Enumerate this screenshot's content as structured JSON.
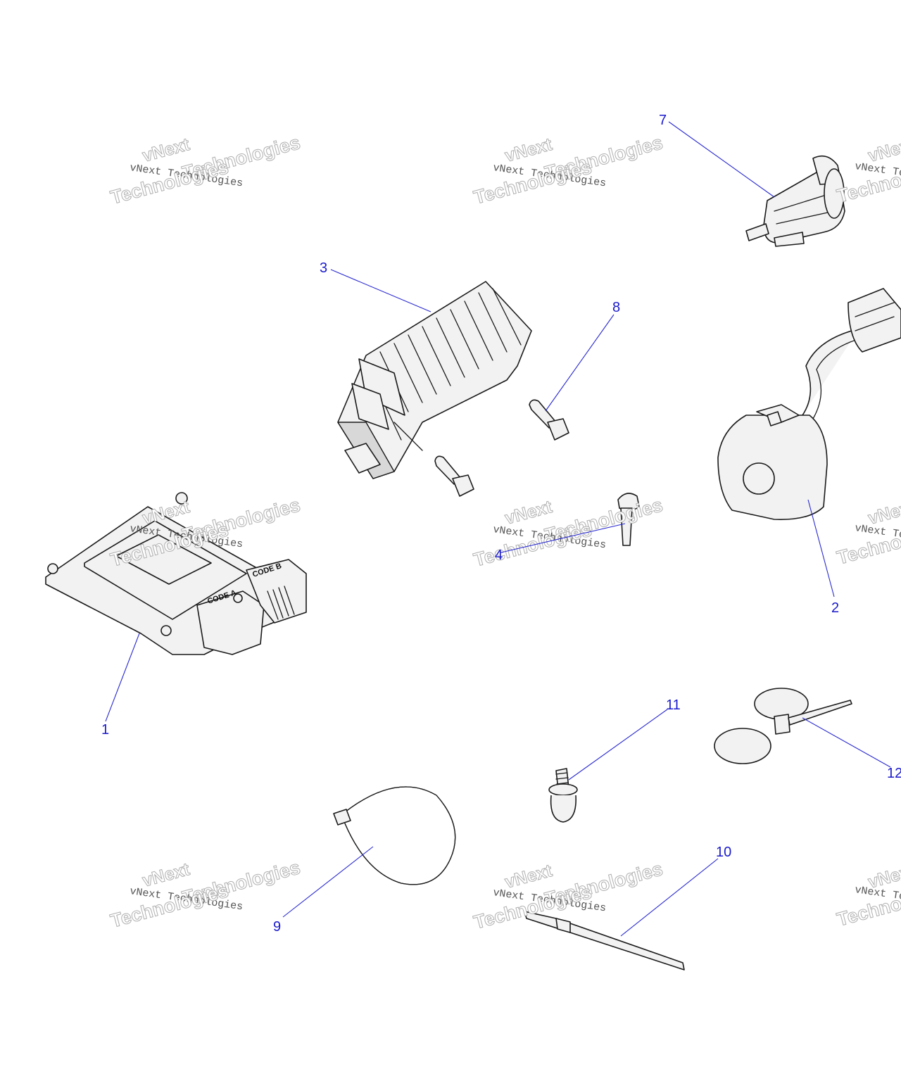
{
  "watermark": {
    "line1": "vNext Technologies",
    "brand": "vNext",
    "line2": "Technologies"
  },
  "connector_labels": {
    "code_a": "CODE A",
    "code_b": "CODE B"
  },
  "callouts": [
    {
      "id": "1",
      "label": "1",
      "part": "ecu-module"
    },
    {
      "id": "2",
      "label": "2",
      "part": "handlebar-switch"
    },
    {
      "id": "3",
      "label": "3",
      "part": "voltage-regulator"
    },
    {
      "id": "4",
      "label": "4",
      "part": "bolt"
    },
    {
      "id": "7",
      "label": "7",
      "part": "solenoid"
    },
    {
      "id": "8",
      "label": "8",
      "part": "screw"
    },
    {
      "id": "9",
      "label": "9",
      "part": "cable-tie"
    },
    {
      "id": "10",
      "label": "10",
      "part": "cable-tie-strap"
    },
    {
      "id": "11",
      "label": "11",
      "part": "push-clip"
    },
    {
      "id": "12",
      "label": "12",
      "part": "double-loop-tie"
    }
  ],
  "colors": {
    "callout": "#1a1acc",
    "leader": "#2a2ad0",
    "outline": "#1a1a1a",
    "fill": "#f2f2f2"
  }
}
